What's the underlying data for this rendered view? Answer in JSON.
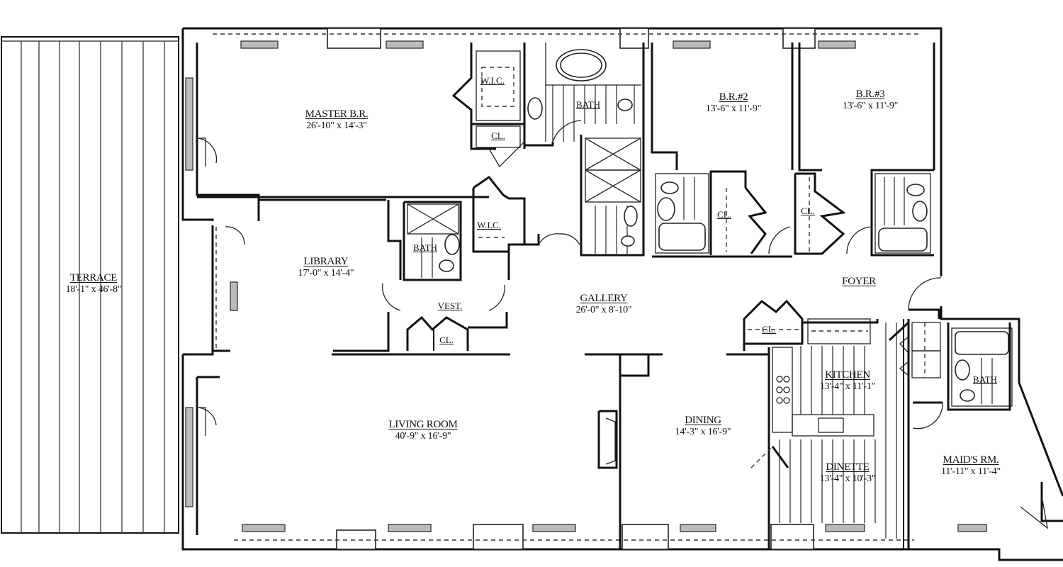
{
  "rooms": {
    "terrace": {
      "name": "TERRACE",
      "dims": "18'-1\" x 46'-8\""
    },
    "master_br": {
      "name": "MASTER B.R.",
      "dims": "26'-10\" x 14'-3\""
    },
    "br2": {
      "name": "B.R.#2",
      "dims": "13'-6\" x 11'-9\""
    },
    "br3": {
      "name": "B.R.#3",
      "dims": "13'-6\" x 11'-9\""
    },
    "library": {
      "name": "LIBRARY",
      "dims": "17'-0\" x 14'-4\""
    },
    "gallery": {
      "name": "GALLERY",
      "dims": "26'-0\" x 8'-10\""
    },
    "foyer": {
      "name": "FOYER"
    },
    "living_room": {
      "name": "LIVING ROOM",
      "dims": "40'-9\" x 16'-9\""
    },
    "dining": {
      "name": "DINING",
      "dims": "14'-3\" x 16'-9\""
    },
    "kitchen": {
      "name": "KITCHEN",
      "dims": "13'-4\" x 11'-1\""
    },
    "dinette": {
      "name": "DINETTE",
      "dims": "13'-4\" x 10'-3\""
    },
    "maids_rm": {
      "name": "MAID'S RM.",
      "dims": "11'-11\" x 11'-4\""
    }
  },
  "small_labels": {
    "wic_master": "W.I.C.",
    "cl_master": "CL.",
    "bath_master": "BATH",
    "wic_library": "W.I.C.",
    "bath_library": "BATH",
    "vest": "VEST.",
    "cl_vest": "CL.",
    "cl_br2": "CL.",
    "cl_br3": "CL.",
    "cl_dining": "CL.",
    "bath_maid": "BATH"
  }
}
